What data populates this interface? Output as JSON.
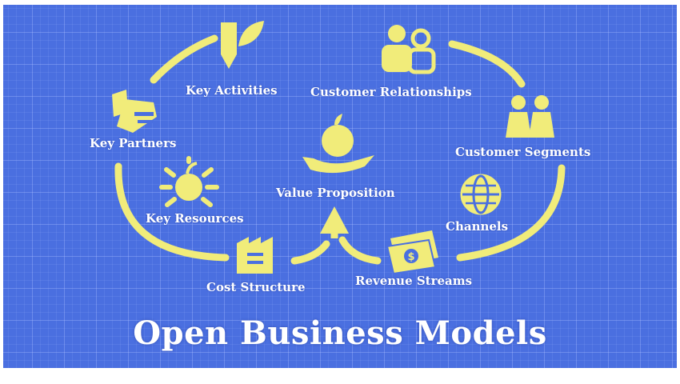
{
  "title": "Open Business Models",
  "labels": {
    "key_activities": "Key Activities",
    "customer_relationships": "Customer Relationships",
    "key_partners": "Key Partners",
    "customer_segments": "Customer Segments",
    "value_proposition": "Value Proposition",
    "key_resources": "Key Resources",
    "channels": "Channels",
    "cost_structure": "Cost Structure",
    "revenue_streams": "Revenue Streams"
  },
  "icons": {
    "key_activities": "pencil-leaf-icon",
    "customer_relationships": "people-pair-icon",
    "key_partners": "handshake-icon",
    "customer_segments": "two-people-icon",
    "value_proposition": "hand-apple-icon",
    "key_resources": "shining-apple-icon",
    "channels": "globe-icon",
    "cost_structure": "factory-icon",
    "revenue_streams": "money-bills-icon"
  },
  "colors": {
    "background": "#4a6fe0",
    "accent": "#f1ec7a",
    "text": "#ffffff"
  }
}
